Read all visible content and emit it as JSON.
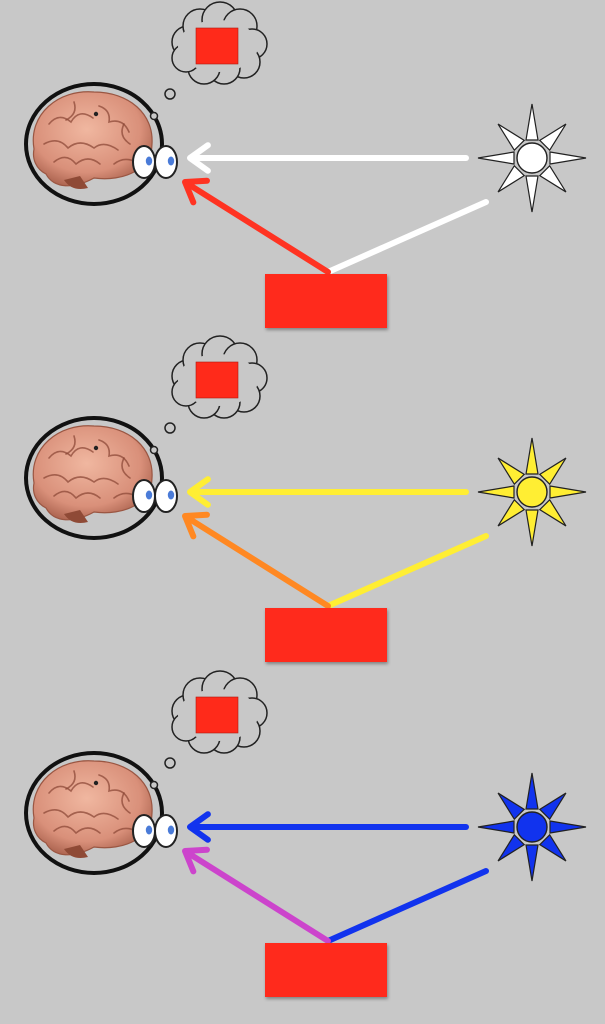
{
  "panels": [
    {
      "illuminant": "white",
      "sun_color": "#ffffff",
      "direct_ray_color": "#ffffff",
      "reflected_ray_color": "#ff3322",
      "object_color": "#ff2a1a",
      "perceived_color": "#ff2a1a"
    },
    {
      "illuminant": "yellow",
      "sun_color": "#ffee33",
      "direct_ray_color": "#ffee33",
      "reflected_ray_color": "#ff8822",
      "object_color": "#ff2a1a",
      "perceived_color": "#ff2a1a"
    },
    {
      "illuminant": "blue",
      "sun_color": "#1133ee",
      "direct_ray_color": "#1133ee",
      "reflected_ray_color": "#cc44cc",
      "object_color": "#ff2a1a",
      "perceived_color": "#ff2a1a"
    }
  ],
  "icons": {
    "observer": "brain-with-eyes-icon",
    "thought": "thought-bubble-icon",
    "light_source": "sun-icon"
  },
  "colors": {
    "background": "#c8c8c8",
    "brain_base": "#d9907a",
    "outline": "#111111"
  }
}
